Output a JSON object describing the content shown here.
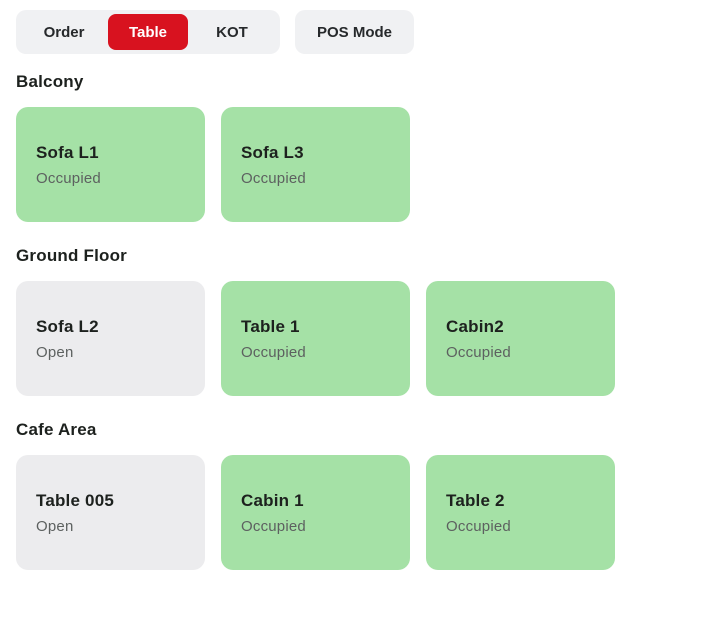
{
  "tabs": {
    "items": [
      {
        "label": "Order",
        "active": false
      },
      {
        "label": "Table",
        "active": true
      },
      {
        "label": "KOT",
        "active": false
      }
    ],
    "pos_mode_label": "POS Mode"
  },
  "colors": {
    "active_tab": "#d8121f",
    "tab_bg": "#f0f1f3",
    "occupied_card": "#a5e1a6",
    "open_card": "#ececee",
    "heading_text": "#1d211e",
    "status_text": "#5d6160"
  },
  "sections": [
    {
      "name": "Balcony",
      "tables": [
        {
          "name": "Sofa L1",
          "status": "Occupied"
        },
        {
          "name": "Sofa L3",
          "status": "Occupied"
        }
      ]
    },
    {
      "name": "Ground Floor",
      "tables": [
        {
          "name": "Sofa L2",
          "status": "Open"
        },
        {
          "name": "Table 1",
          "status": "Occupied"
        },
        {
          "name": "Cabin2",
          "status": "Occupied"
        }
      ]
    },
    {
      "name": "Cafe Area",
      "tables": [
        {
          "name": "Table 005",
          "status": "Open"
        },
        {
          "name": "Cabin 1",
          "status": "Occupied"
        },
        {
          "name": "Table 2",
          "status": "Occupied"
        }
      ]
    }
  ]
}
